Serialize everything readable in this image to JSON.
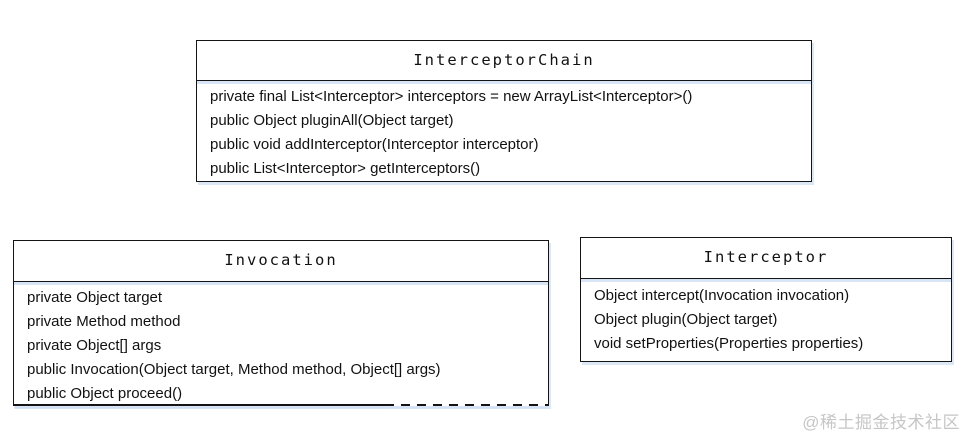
{
  "diagram": {
    "type": "uml-class-diagram",
    "classes": [
      {
        "name": "InterceptorChain",
        "members": [
          "private final List<Interceptor> interceptors = new ArrayList<Interceptor>()",
          "public Object pluginAll(Object target)",
          "public void addInterceptor(Interceptor interceptor)",
          "public List<Interceptor> getInterceptors()"
        ]
      },
      {
        "name": "Invocation",
        "members": [
          "private Object target",
          "private Method method",
          "private Object[] args",
          "public Invocation(Object target, Method method, Object[] args)",
          "public Object proceed()"
        ]
      },
      {
        "name": "Interceptor",
        "members": [
          "Object intercept(Invocation invocation)",
          "Object plugin(Object target)",
          "void setProperties(Properties properties)"
        ]
      }
    ]
  },
  "watermark": "@稀土掘金技术社区",
  "colors": {
    "background": "#ffffff",
    "border": "#141414",
    "text": "#111111",
    "edge_glow": "#cbdcf3",
    "watermark": "#c6c6c6"
  }
}
